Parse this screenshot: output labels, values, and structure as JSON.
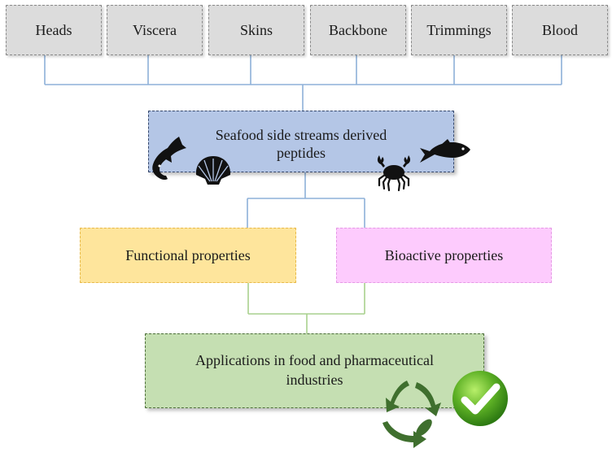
{
  "sources": [
    "Heads",
    "Viscera",
    "Skins",
    "Backbone",
    "Trimmings",
    "Blood"
  ],
  "center": {
    "label": "Seafood side streams derived peptides"
  },
  "properties": {
    "functional": "Functional properties",
    "bioactive": "Bioactive properties"
  },
  "applications": {
    "label": "Applications in food and pharmaceutical industries"
  },
  "colors": {
    "source_fill": "#dcdcdc",
    "center_fill": "#b4c6e6",
    "functional_fill": "#fee59c",
    "bioactive_fill": "#fdcbfd",
    "applications_fill": "#c5dfb2",
    "blue_connector": "#8eb1d8",
    "green_connector": "#a9d18e"
  },
  "icons": [
    "shark-icon",
    "scallop-shell-icon",
    "crab-icon",
    "fish-icon",
    "recycle-fish-icon",
    "checkmark-icon"
  ]
}
